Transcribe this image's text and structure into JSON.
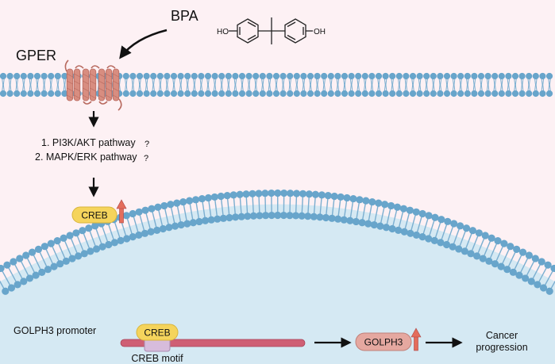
{
  "labels": {
    "bpa": "BPA",
    "gper": "GPER",
    "pathway1": "1. PI3K/AKT pathway",
    "pathway2": "2. MAPK/ERK pathway",
    "question_mark": "?",
    "creb": "CREB",
    "golph3_promoter": "GOLPH3 promoter",
    "creb_motif": "CREB motif",
    "golph3": "GOLPH3",
    "cancer_line1": "Cancer",
    "cancer_line2": "progression",
    "ho": "HO",
    "oh": "OH"
  },
  "colors": {
    "background": "#fdf1f4",
    "nucleus": "#d5e9f3",
    "lipid_head": "#68a5cb",
    "lipid_tail": "#7aaed0",
    "receptor": "#d88d80",
    "creb_fill": "#f5d45c",
    "golph3_fill": "#e5a8a0",
    "dna": "#cf5f74",
    "motif": "#d7bcdc",
    "up_arrow": "#e46d5c"
  }
}
